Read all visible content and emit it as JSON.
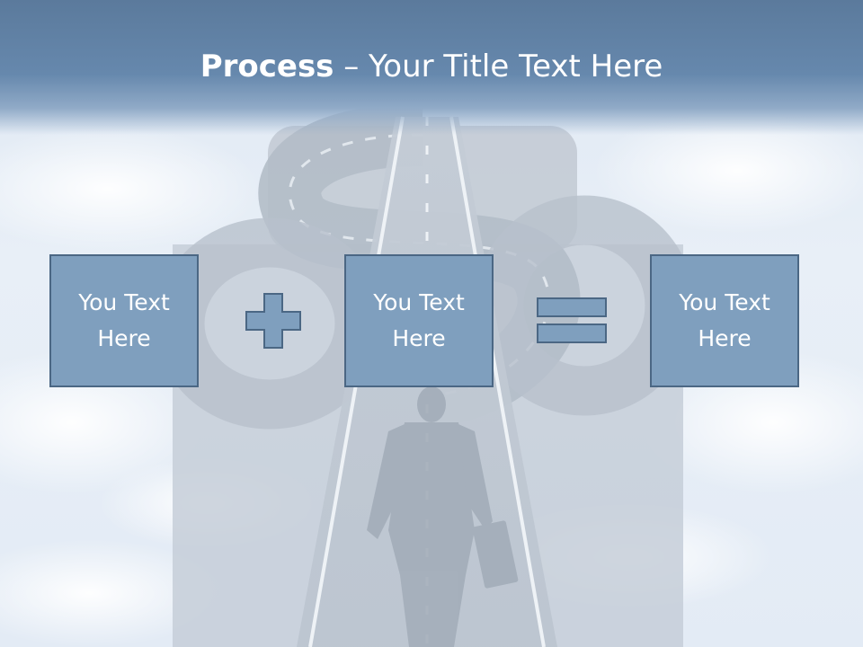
{
  "title": {
    "bold": "Process",
    "rest": " – Your Title Text Here"
  },
  "boxes": [
    {
      "text": "You Text Here"
    },
    {
      "text": "You Text Here"
    },
    {
      "text": "You Text Here"
    }
  ],
  "operators": [
    "plus-icon",
    "equals-icon"
  ],
  "colors": {
    "box_fill": "#7f9fbe",
    "box_border": "#4b6784",
    "title_band": "#5b7a9c",
    "text": "#ffffff"
  }
}
